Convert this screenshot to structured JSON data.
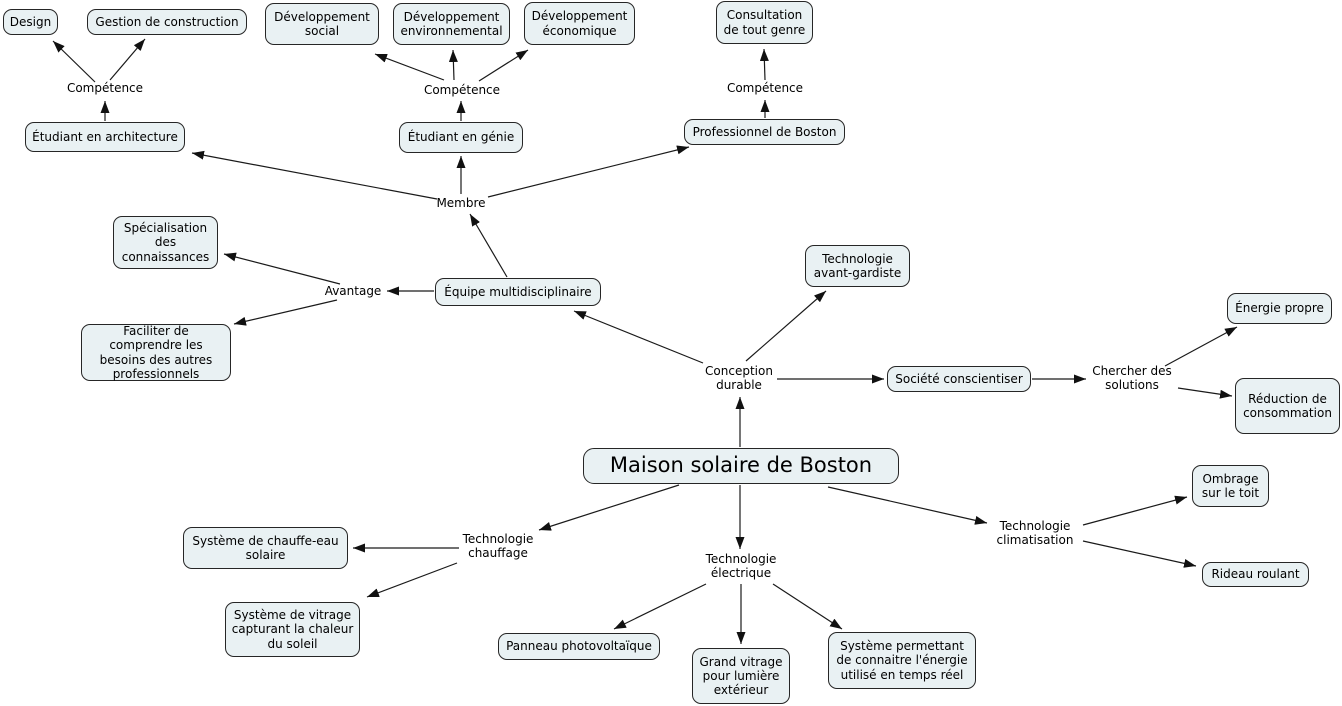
{
  "diagram": {
    "title": "Maison solaire de Boston",
    "colors": {
      "background": "#ffffff",
      "node_fill": "#e9f1f3",
      "node_border": "#262626",
      "line": "#1a1a1a",
      "text": "#000000"
    },
    "nodes": {
      "design": {
        "label": "Design",
        "type": "concept"
      },
      "gestion_construction": {
        "label": "Gestion de construction",
        "type": "concept"
      },
      "dev_social": {
        "label": "Développement social",
        "type": "concept"
      },
      "dev_environnemental": {
        "label": "Développement environnemental",
        "type": "concept"
      },
      "dev_economique": {
        "label": "Développement économique",
        "type": "concept"
      },
      "consultation": {
        "label": "Consultation de tout genre",
        "type": "concept"
      },
      "etudiant_architecture": {
        "label": "Étudiant en architecture",
        "type": "concept"
      },
      "etudiant_genie": {
        "label": "Étudiant en génie",
        "type": "concept"
      },
      "professionnel_boston": {
        "label": "Professionnel de Boston",
        "type": "concept"
      },
      "specialisation": {
        "label": "Spécialisation des connaissances",
        "type": "concept"
      },
      "faciliter": {
        "label": "Faciliter de comprendre les besoins des autres professionnels",
        "type": "concept"
      },
      "equipe": {
        "label": "Équipe multidisciplinaire",
        "type": "concept"
      },
      "tech_avant_gardiste": {
        "label": "Technologie avant-gardiste",
        "type": "concept"
      },
      "societe": {
        "label": "Société conscientiser",
        "type": "concept"
      },
      "energie_propre": {
        "label": "Énergie propre",
        "type": "concept"
      },
      "reduction": {
        "label": "Réduction de consommation",
        "type": "concept"
      },
      "maison": {
        "label": "Maison solaire de Boston",
        "type": "concept-main"
      },
      "chauffe_eau": {
        "label": "Système de chauffe-eau solaire",
        "type": "concept"
      },
      "vitrage_chaleur": {
        "label": "Système de vitrage capturant la chaleur du soleil",
        "type": "concept"
      },
      "panneau": {
        "label": "Panneau photovoltaïque",
        "type": "concept"
      },
      "grand_vitrage": {
        "label": "Grand vitrage pour lumière extérieur",
        "type": "concept"
      },
      "sys_energie_reel": {
        "label": "Système permettant de connaitre l'énergie utilisé en temps réel",
        "type": "concept"
      },
      "ombrage": {
        "label": "Ombrage sur le toit",
        "type": "concept"
      },
      "rideau": {
        "label": "Rideau roulant",
        "type": "concept"
      },
      "competence_architecture": {
        "label": "Compétence",
        "type": "linking-phrase"
      },
      "competence_genie": {
        "label": "Compétence",
        "type": "linking-phrase"
      },
      "competence_boston": {
        "label": "Compétence",
        "type": "linking-phrase"
      },
      "membre": {
        "label": "Membre",
        "type": "linking-phrase"
      },
      "avantage": {
        "label": "Avantage",
        "type": "linking-phrase"
      },
      "conception_durable": {
        "label": "Conception durable",
        "type": "linking-phrase"
      },
      "chercher_solutions": {
        "label": "Chercher des solutions",
        "type": "linking-phrase"
      },
      "tech_chauffage": {
        "label": "Technologie chauffage",
        "type": "linking-phrase"
      },
      "tech_electrique": {
        "label": "Technologie électrique",
        "type": "linking-phrase"
      },
      "tech_climatisation": {
        "label": "Technologie climatisation",
        "type": "linking-phrase"
      }
    },
    "edges": [
      {
        "from": "competence_architecture",
        "to": "design"
      },
      {
        "from": "competence_architecture",
        "to": "gestion_construction"
      },
      {
        "from": "etudiant_architecture",
        "to": "competence_architecture"
      },
      {
        "from": "competence_genie",
        "to": "dev_social"
      },
      {
        "from": "competence_genie",
        "to": "dev_environnemental"
      },
      {
        "from": "competence_genie",
        "to": "dev_economique"
      },
      {
        "from": "etudiant_genie",
        "to": "competence_genie"
      },
      {
        "from": "professionnel_boston",
        "to": "competence_boston"
      },
      {
        "from": "competence_boston",
        "to": "consultation"
      },
      {
        "from": "membre",
        "to": "etudiant_architecture"
      },
      {
        "from": "membre",
        "to": "etudiant_genie"
      },
      {
        "from": "membre",
        "to": "professionnel_boston"
      },
      {
        "from": "equipe",
        "to": "membre"
      },
      {
        "from": "equipe",
        "to": "avantage"
      },
      {
        "from": "avantage",
        "to": "specialisation"
      },
      {
        "from": "avantage",
        "to": "faciliter"
      },
      {
        "from": "conception_durable",
        "to": "equipe"
      },
      {
        "from": "conception_durable",
        "to": "tech_avant_gardiste"
      },
      {
        "from": "conception_durable",
        "to": "societe"
      },
      {
        "from": "societe",
        "to": "chercher_solutions"
      },
      {
        "from": "chercher_solutions",
        "to": "energie_propre"
      },
      {
        "from": "chercher_solutions",
        "to": "reduction"
      },
      {
        "from": "maison",
        "to": "conception_durable"
      },
      {
        "from": "maison",
        "to": "tech_chauffage"
      },
      {
        "from": "maison",
        "to": "tech_electrique"
      },
      {
        "from": "maison",
        "to": "tech_climatisation"
      },
      {
        "from": "tech_chauffage",
        "to": "chauffe_eau"
      },
      {
        "from": "tech_chauffage",
        "to": "vitrage_chaleur"
      },
      {
        "from": "tech_electrique",
        "to": "panneau"
      },
      {
        "from": "tech_electrique",
        "to": "grand_vitrage"
      },
      {
        "from": "tech_electrique",
        "to": "sys_energie_reel"
      },
      {
        "from": "tech_climatisation",
        "to": "ombrage"
      },
      {
        "from": "tech_climatisation",
        "to": "rideau"
      }
    ]
  }
}
